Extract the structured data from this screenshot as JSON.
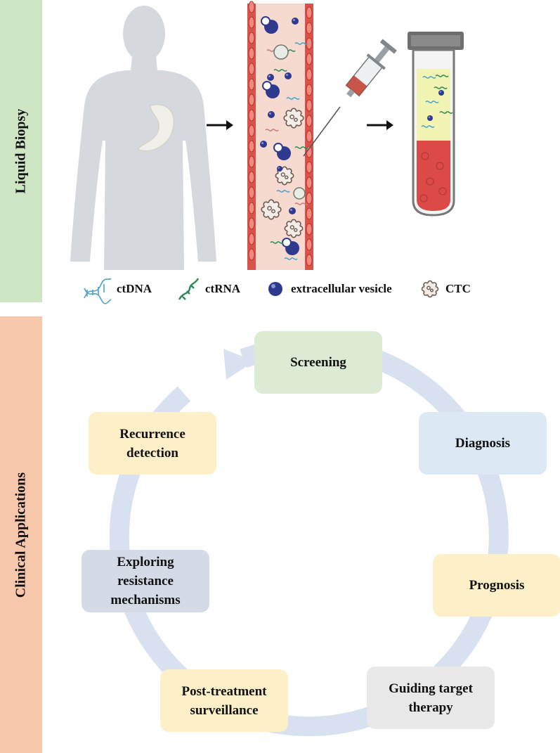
{
  "sections": {
    "top": {
      "label": "Liquid Biopsy"
    },
    "bottom": {
      "label": "Clinical Applications"
    }
  },
  "legend": [
    {
      "icon": "dna-helix-icon",
      "label": "ctDNA"
    },
    {
      "icon": "rna-strand-icon",
      "label": "ctRNA"
    },
    {
      "icon": "vesicle-sphere-icon",
      "label": "extracellular vesicle"
    },
    {
      "icon": "ctc-cell-icon",
      "label": "CTC"
    }
  ],
  "cycle": {
    "screening": {
      "lines": [
        "Screening"
      ]
    },
    "diagnosis": {
      "lines": [
        "Diagnosis"
      ]
    },
    "prognosis": {
      "lines": [
        "Prognosis"
      ]
    },
    "guiding": {
      "lines": [
        "Guiding target",
        "therapy"
      ]
    },
    "post": {
      "lines": [
        "Post-treatment",
        "surveillance"
      ]
    },
    "resistance": {
      "lines": [
        "Exploring",
        "resistance",
        "mechanisms"
      ]
    },
    "recurrence": {
      "lines": [
        "Recurrence",
        "detection"
      ]
    }
  },
  "colors": {
    "green_box": "#dcebd4",
    "blue_box": "#dce8f4",
    "yellow_box": "#fdf0c8",
    "gray_box": "#e8e8e8",
    "slate_box": "#d4dbe6",
    "cycle_ring": "#d7e1f0"
  }
}
